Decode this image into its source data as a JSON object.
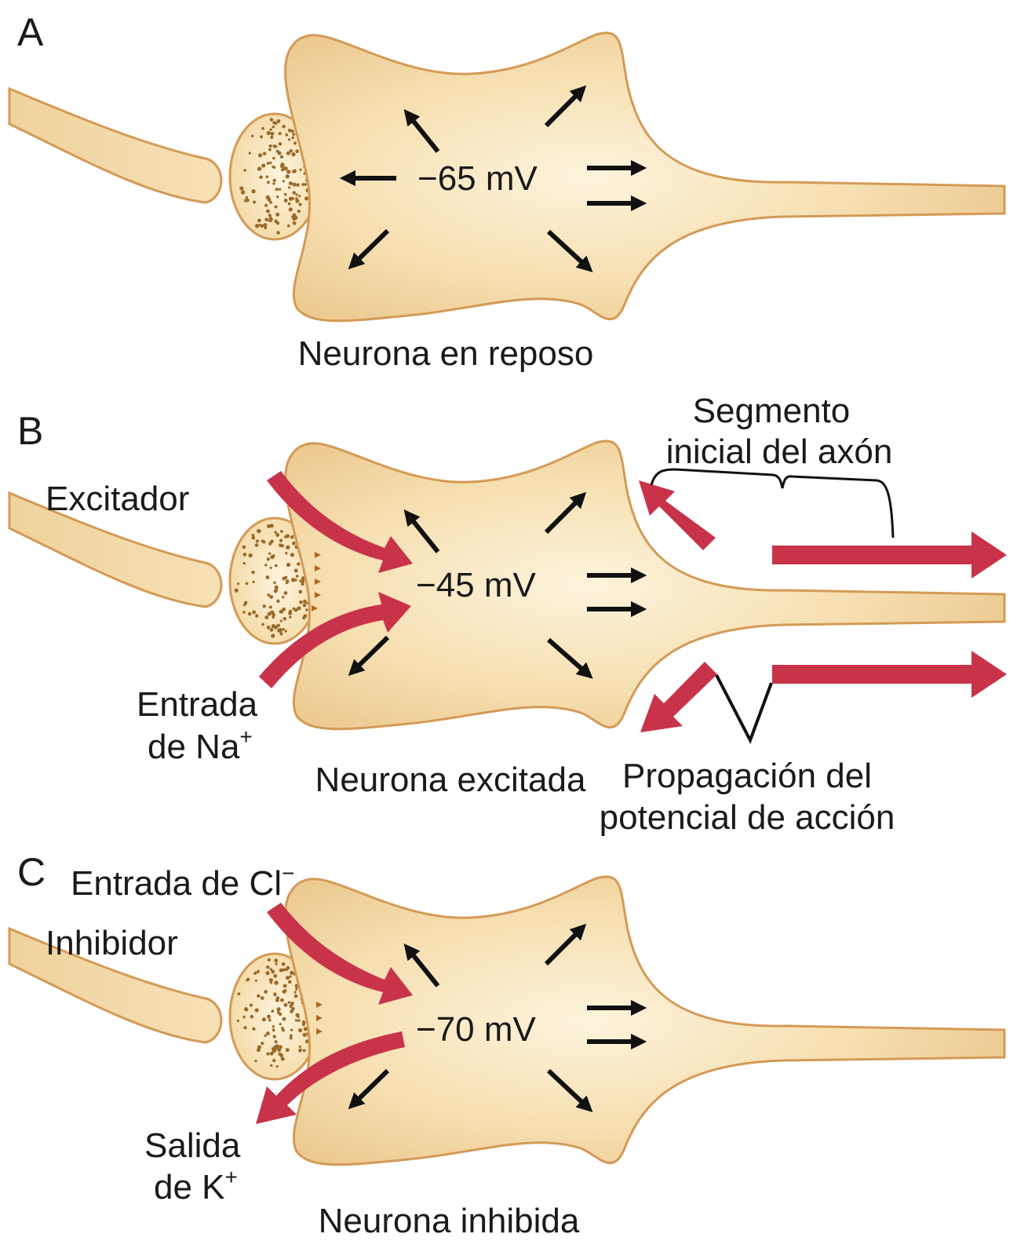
{
  "panels": {
    "a": {
      "letter": "A",
      "potential": "−65 mV",
      "caption": "Neurona en reposo"
    },
    "b": {
      "letter": "B",
      "potential": "−45 mV",
      "caption": "Neurona excitada",
      "excitador": "Excitador",
      "entrada_line1": "Entrada",
      "entrada_line2": "de Na",
      "entrada_sup": "+",
      "segmento_line1": "Segmento",
      "segmento_line2": "inicial del axón",
      "propagacion_line1": "Propagación del",
      "propagacion_line2": "potencial de acción"
    },
    "c": {
      "letter": "C",
      "potential": "−70 mV",
      "caption": "Neurona inhibida",
      "entrada_cl": "Entrada de Cl",
      "entrada_cl_sup": "−",
      "inhibidor": "Inhibidor",
      "salida_line1": "Salida",
      "salida_line2": "de K",
      "salida_sup": "+"
    }
  },
  "colors": {
    "cell_fill_light": "#fcefd4",
    "cell_fill_dark": "#ecc990",
    "cell_outline": "#d49a56",
    "vesicle_dots": "#9a6a2a",
    "ion_arrow": "#c8334a",
    "field_arrow": "#111111"
  }
}
